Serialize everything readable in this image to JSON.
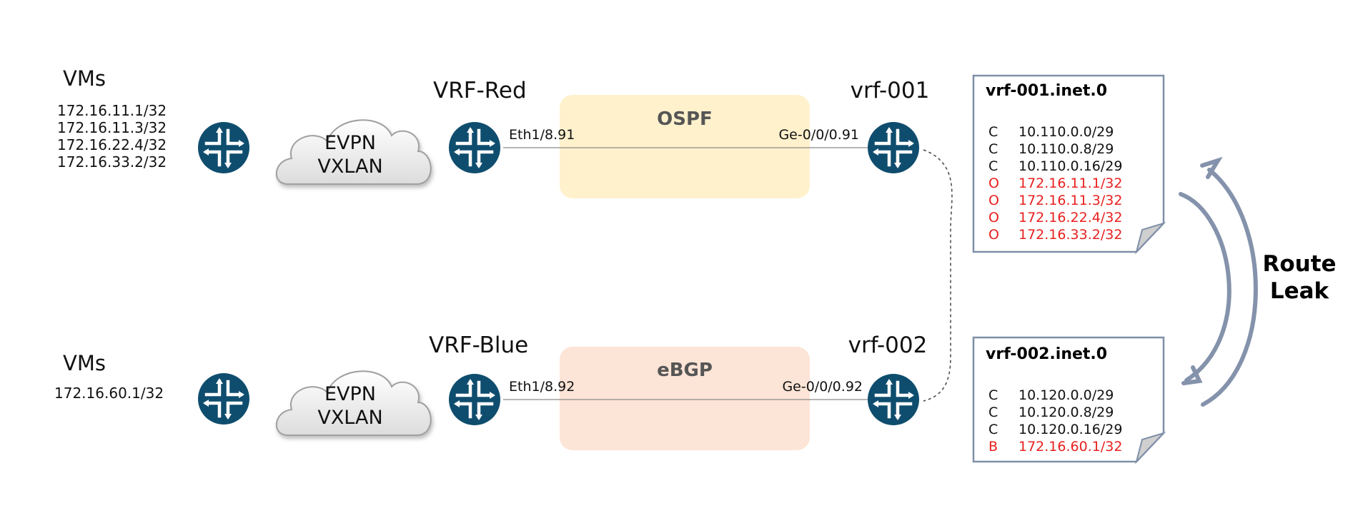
{
  "colors": {
    "router_fill": "#0f4d6e",
    "ospf_zone": "#fff1cc",
    "ebgp_zone": "#fce4d6",
    "route_table_border": "#7f8fa8",
    "leaked_route": "#e8201f",
    "arrow": "#8492ab"
  },
  "top": {
    "vms_label": "VMs",
    "vm_ips": [
      "172.16.11.1/32",
      "172.16.11.3/32",
      "172.16.22.4/32",
      "172.16.33.2/32"
    ],
    "cloud_line1": "EVPN",
    "cloud_line2": "VXLAN",
    "vrf_label": "VRF-Red",
    "left_interface": "Eth1/8.91",
    "protocol": "OSPF",
    "right_interface": "Ge-0/0/0.91",
    "remote_vrf": "vrf-001"
  },
  "bottom": {
    "vms_label": "VMs",
    "vm_ips": [
      "172.16.60.1/32"
    ],
    "cloud_line1": "EVPN",
    "cloud_line2": "VXLAN",
    "vrf_label": "VRF-Blue",
    "left_interface": "Eth1/8.92",
    "protocol": "eBGP",
    "right_interface": "Ge-0/0/0.92",
    "remote_vrf": "vrf-002"
  },
  "tables": [
    {
      "title": "vrf-001.inet.0",
      "routes": [
        {
          "code": "C",
          "prefix": "10.110.0.0/29",
          "leaked": false
        },
        {
          "code": "C",
          "prefix": "10.110.0.8/29",
          "leaked": false
        },
        {
          "code": "C",
          "prefix": "10.110.0.16/29",
          "leaked": false
        },
        {
          "code": "O",
          "prefix": "172.16.11.1/32",
          "leaked": true
        },
        {
          "code": "O",
          "prefix": "172.16.11.3/32",
          "leaked": true
        },
        {
          "code": "O",
          "prefix": "172.16.22.4/32",
          "leaked": true
        },
        {
          "code": "O",
          "prefix": "172.16.33.2/32",
          "leaked": true
        }
      ]
    },
    {
      "title": "vrf-002.inet.0",
      "routes": [
        {
          "code": "C",
          "prefix": "10.120.0.0/29",
          "leaked": false
        },
        {
          "code": "C",
          "prefix": "10.120.0.8/29",
          "leaked": false
        },
        {
          "code": "C",
          "prefix": "10.120.0.16/29",
          "leaked": false
        },
        {
          "code": "B",
          "prefix": "172.16.60.1/32",
          "leaked": true
        }
      ]
    }
  ],
  "route_leak_line1": "Route",
  "route_leak_line2": "Leak"
}
